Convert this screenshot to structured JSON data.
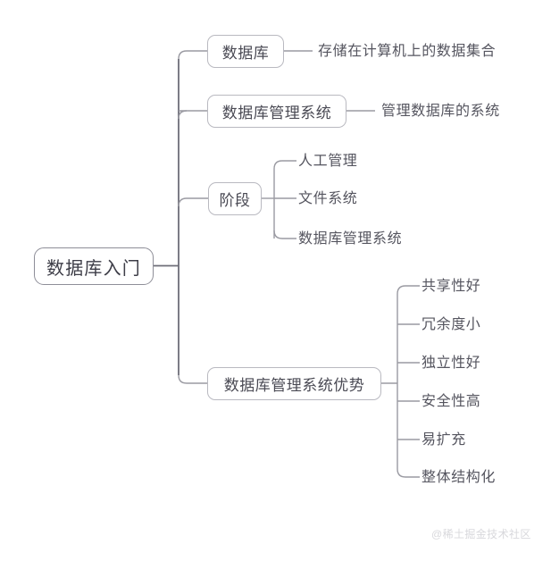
{
  "diagram": {
    "title": "数据库入门",
    "type": "mind-map",
    "root": {
      "label": "数据库入门"
    },
    "branches": [
      {
        "label": "数据库",
        "children": [
          {
            "label": "存储在计算机上的数据集合"
          }
        ]
      },
      {
        "label": "数据库管理系统",
        "children": [
          {
            "label": "管理数据库的系统"
          }
        ]
      },
      {
        "label": "阶段",
        "children": [
          {
            "label": "人工管理"
          },
          {
            "label": "文件系统"
          },
          {
            "label": "数据库管理系统"
          }
        ]
      },
      {
        "label": "数据库管理系统优势",
        "children": [
          {
            "label": "共享性好"
          },
          {
            "label": "冗余度小"
          },
          {
            "label": "独立性好"
          },
          {
            "label": "安全性高"
          },
          {
            "label": "易扩充"
          },
          {
            "label": "整体结构化"
          }
        ]
      }
    ]
  },
  "watermark": {
    "text": "@稀土掘金技术社区"
  },
  "colors": {
    "background": "#ffffff",
    "node_border": "#b9b9c0",
    "root_border": "#8e8e98",
    "connector": "#9a9aa2",
    "trunk": "#6e6e78",
    "text": "#4a4a54",
    "watermark": "#d8d8dc"
  }
}
